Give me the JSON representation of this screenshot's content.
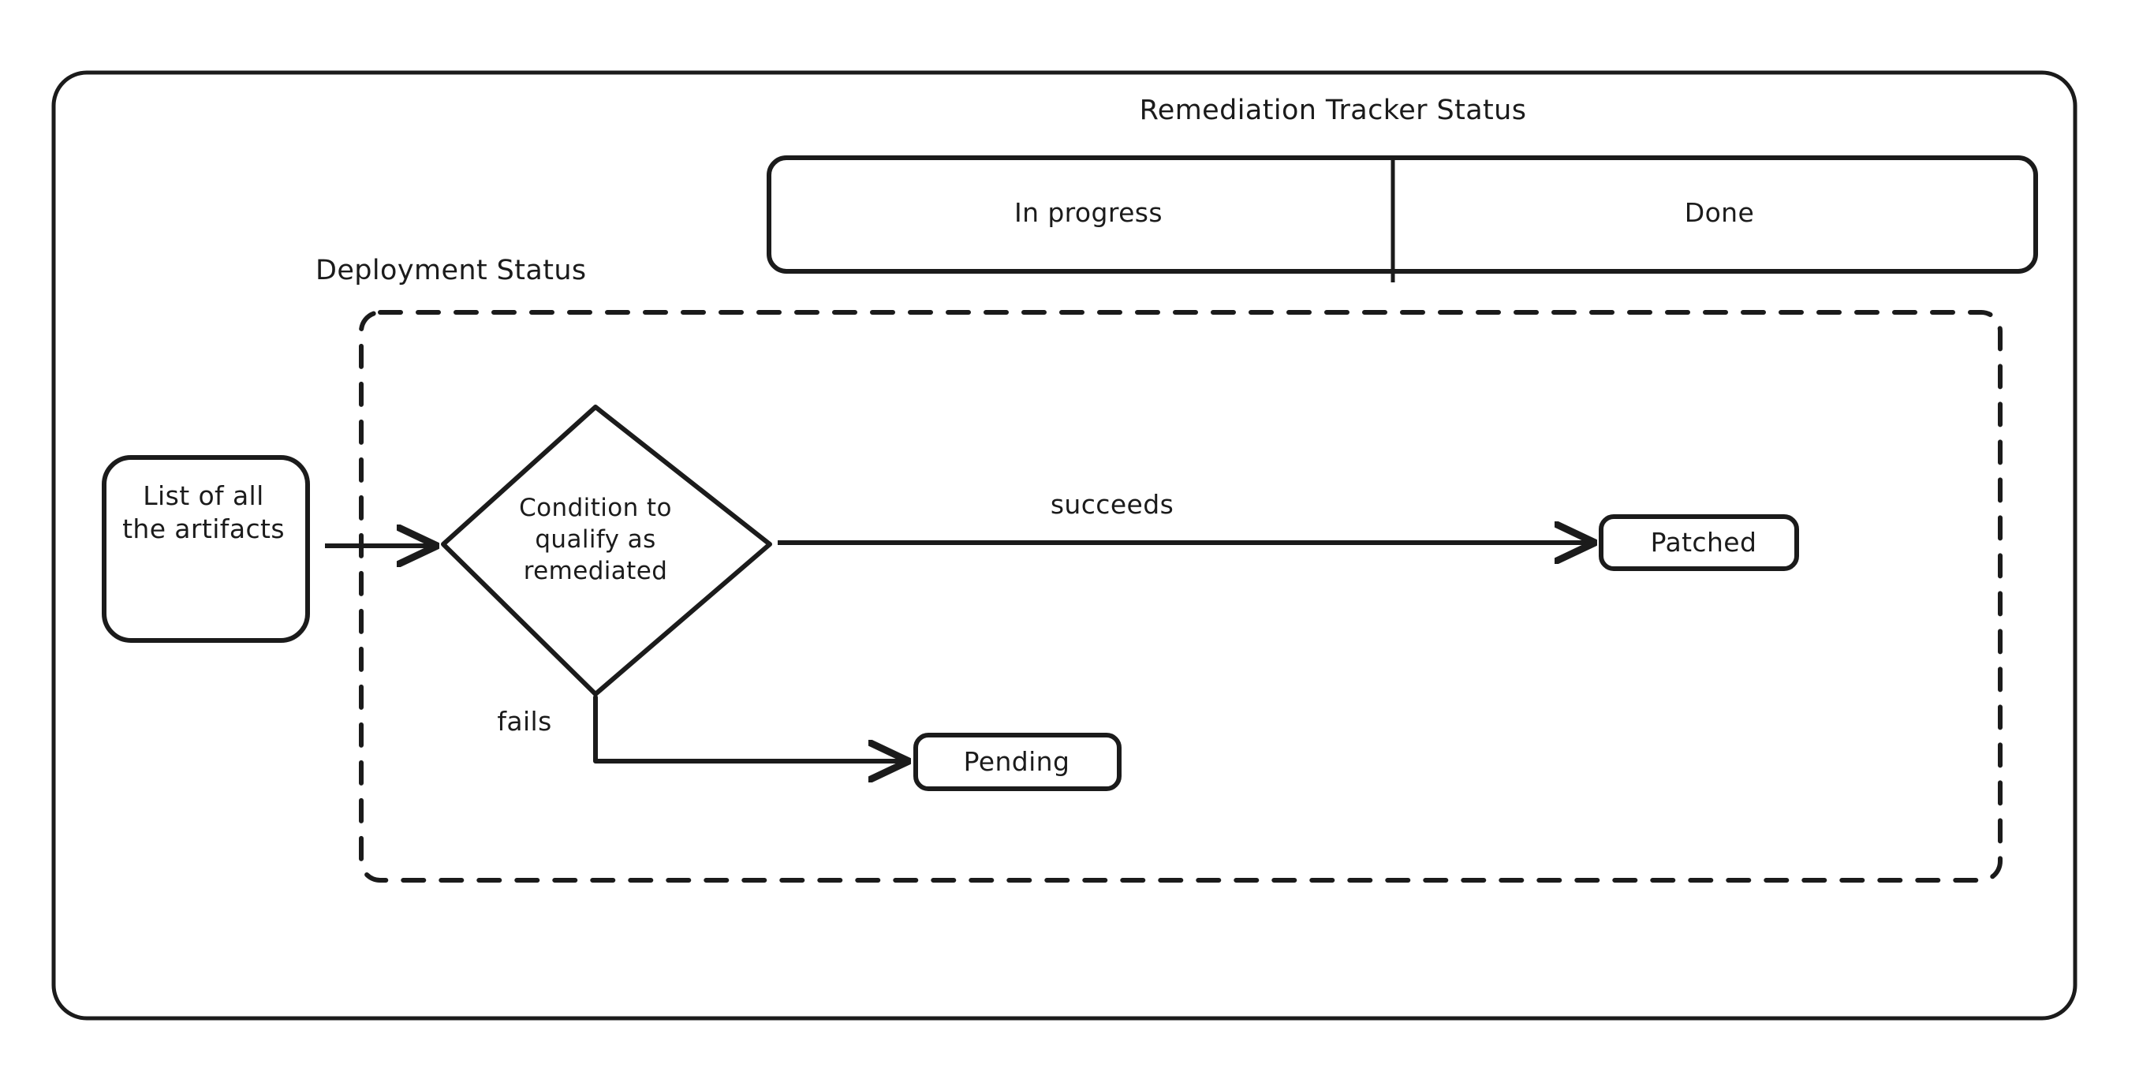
{
  "diagram": {
    "title": "Remediation Tracker Status",
    "style": {
      "stroke": "#1b1b1b",
      "background": "#ffffff",
      "text_color": "#1b1b1b"
    },
    "swimlane": {
      "label": "Remediation Tracker Status",
      "cells": [
        {
          "label": "In progress"
        },
        {
          "label": "Done"
        }
      ]
    },
    "group": {
      "label": "Deployment Status",
      "border": "dashed"
    },
    "nodes": [
      {
        "id": "artifacts",
        "shape": "rounded-rect",
        "label": "List of all\nthe artifacts"
      },
      {
        "id": "condition",
        "shape": "diamond",
        "label": "Condition to\nqualify as\nremediated"
      },
      {
        "id": "patched",
        "shape": "rounded-rect",
        "label": "Patched"
      },
      {
        "id": "pending",
        "shape": "rounded-rect",
        "label": "Pending"
      }
    ],
    "edges": [
      {
        "from": "artifacts",
        "to": "condition",
        "label": ""
      },
      {
        "from": "condition",
        "to": "patched",
        "label": "succeeds"
      },
      {
        "from": "condition",
        "to": "pending",
        "label": "fails"
      }
    ]
  }
}
